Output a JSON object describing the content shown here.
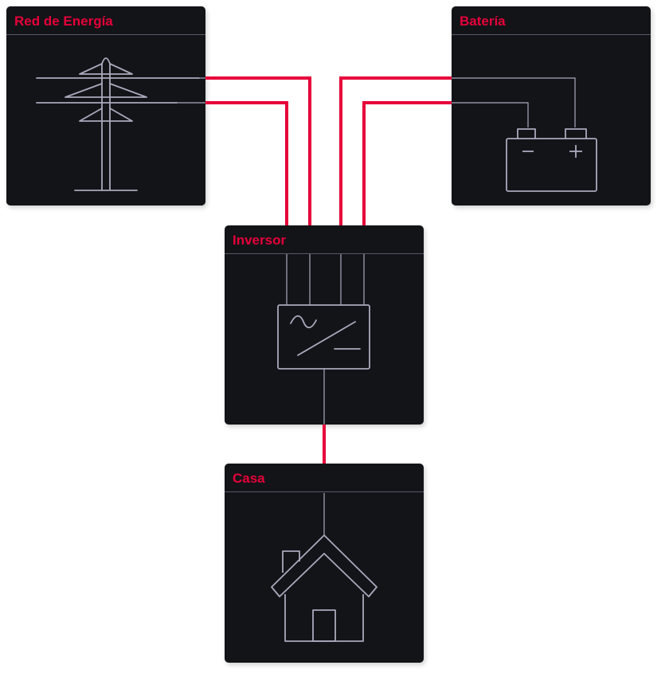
{
  "colors": {
    "accent": "#e6003a",
    "card_bg": "#131418",
    "line": "#a9a9bd",
    "divider": "#56596a"
  },
  "nodes": {
    "grid": {
      "title": "Red de Energía",
      "icon": "power-pylon-icon"
    },
    "battery": {
      "title": "Batería",
      "icon": "battery-icon"
    },
    "inverter": {
      "title": "Inversor",
      "icon": "inverter-icon"
    },
    "house": {
      "title": "Casa",
      "icon": "house-icon"
    }
  },
  "connections": [
    {
      "from": "grid",
      "to": "inverter"
    },
    {
      "from": "battery",
      "to": "inverter"
    },
    {
      "from": "inverter",
      "to": "house"
    }
  ]
}
